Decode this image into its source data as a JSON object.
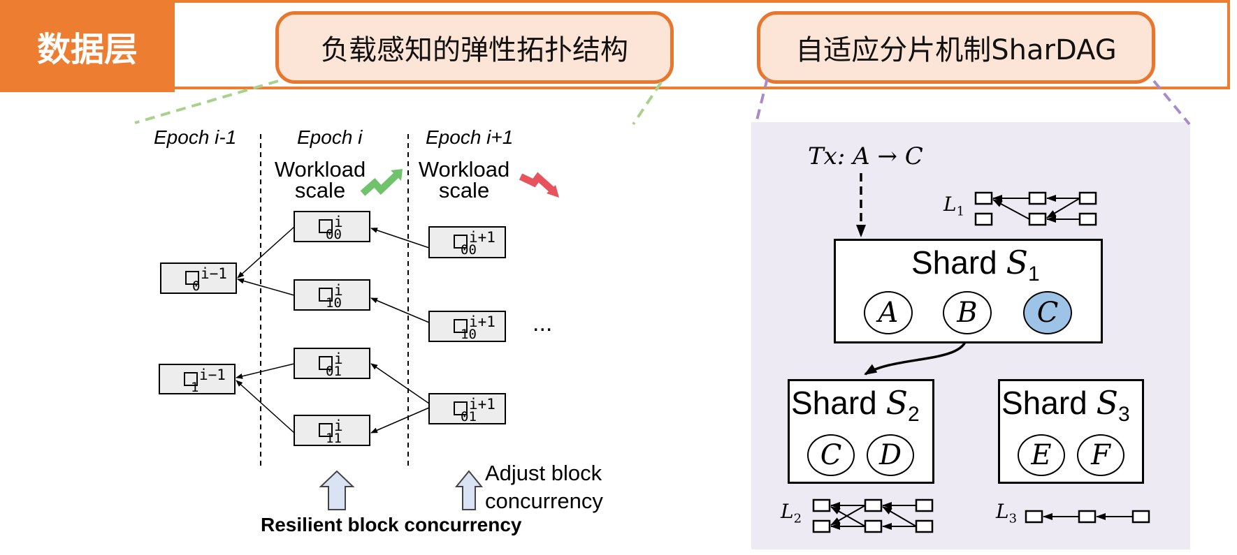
{
  "header": {
    "layer_label": "数据层",
    "pill_left": "负载感知的弹性拓扑结构",
    "pill_right": "自适应分片机制SharDAG"
  },
  "left_diagram": {
    "epochs": [
      "Epoch i-1",
      "Epoch i",
      "Epoch i+1"
    ],
    "workload_up": "Workload scale",
    "workload_down": "Workload scale",
    "blocks": [
      {
        "sup": "i−1",
        "sub": "0"
      },
      {
        "sup": "i−1",
        "sub": "1"
      },
      {
        "sup": "i",
        "sub": "00"
      },
      {
        "sup": "i",
        "sub": "10"
      },
      {
        "sup": "i",
        "sub": "01"
      },
      {
        "sup": "i",
        "sub": "11"
      },
      {
        "sup": "i+1",
        "sub": "00"
      },
      {
        "sup": "i+1",
        "sub": "10"
      },
      {
        "sup": "i+1",
        "sub": "01"
      }
    ],
    "ellipsis": "...",
    "adjust_label": "Adjust block concurrency",
    "caption": "Resilient block concurrency"
  },
  "right_diagram": {
    "tx_label": "Tx: A → C",
    "shards": [
      {
        "prefix": "Shard ",
        "var": "S",
        "sub": "1",
        "nodes": [
          "A",
          "B",
          "C"
        ]
      },
      {
        "prefix": "Shard ",
        "var": "S",
        "sub": "2",
        "nodes": [
          "C",
          "D"
        ]
      },
      {
        "prefix": "Shard ",
        "var": "S",
        "sub": "3",
        "nodes": [
          "E",
          "F"
        ]
      }
    ],
    "ledgers": [
      {
        "var": "L",
        "sub": "1"
      },
      {
        "var": "L",
        "sub": "2"
      },
      {
        "var": "L",
        "sub": "3"
      }
    ],
    "highlight_node_color": "#9DC3E6"
  },
  "colors": {
    "orange": "#ED7D31",
    "pill_fill": "#FCE4D6",
    "green_dash": "#A9D18E",
    "purple_dash": "#A98BC9",
    "panel_bg": "#EDEAF4"
  }
}
